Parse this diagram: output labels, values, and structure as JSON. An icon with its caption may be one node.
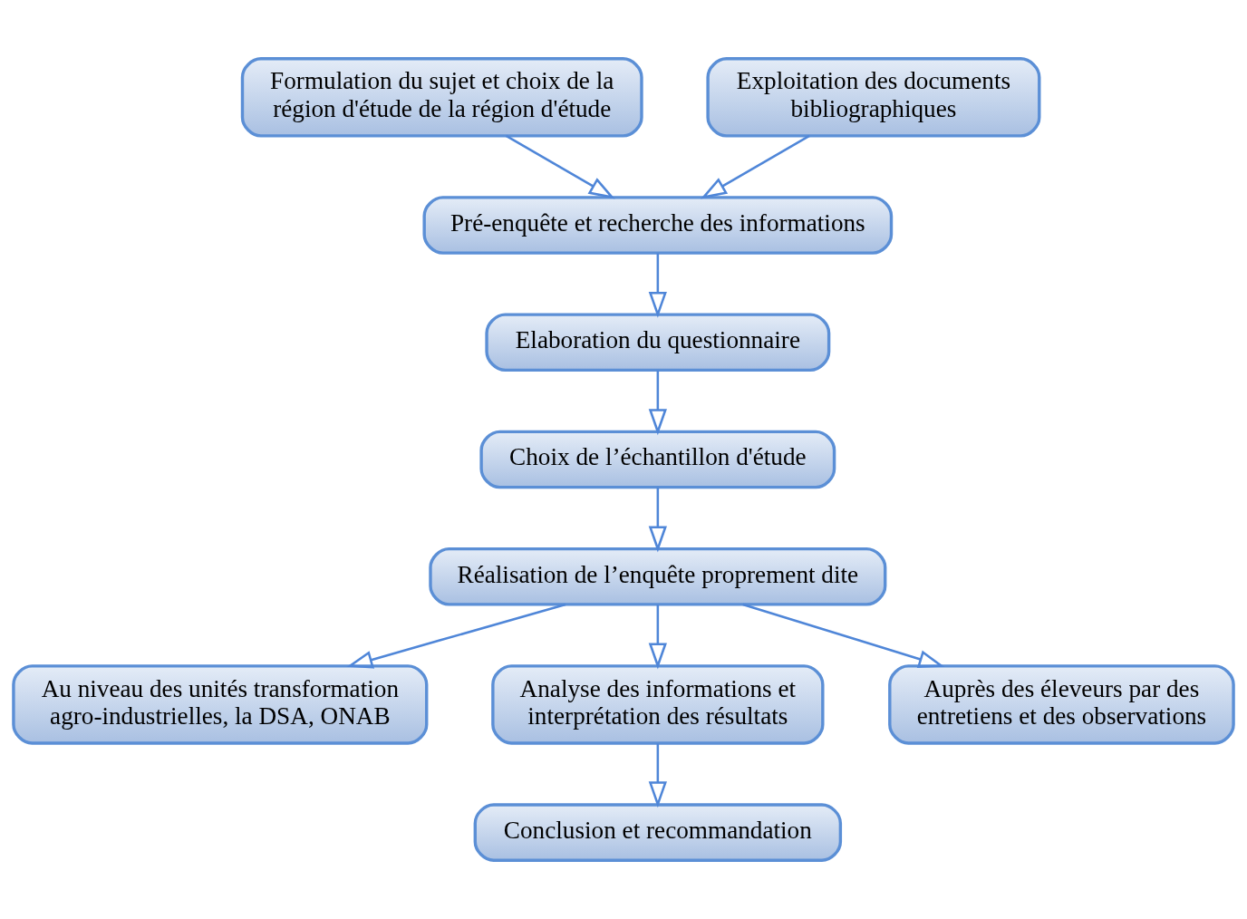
{
  "diagram": {
    "nodes": [
      {
        "text": [
          "Formulation du sujet et choix de la région d'étude de la région d'étude"
        ]
      },
      {
        "text": [
          "Exploitation des documents bibliographiques"
        ]
      },
      {
        "text": [
          "Pré-enquête et recherche des informations"
        ]
      },
      {
        "text": [
          "Elaboration du questionnaire"
        ]
      },
      {
        "text": [
          "Choix de l’échantillon d'étude"
        ]
      },
      {
        "text": [
          "Réalisation de l’enquête proprement dite"
        ]
      },
      {
        "text": [
          "Au niveau des unités transformation agro-industrielles, la DSA, ONAB"
        ]
      },
      {
        "text": [
          "Analyse des informations et interprétation des résultats"
        ]
      },
      {
        "text": [
          "Auprès des éleveurs par des entretiens et des observations"
        ]
      },
      {
        "text": [
          "Conclusion et recommandation"
        ]
      }
    ],
    "edges": [
      {
        "from": 0,
        "to": 2,
        "arrow": "to"
      },
      {
        "from": 1,
        "to": 2,
        "arrow": "to"
      },
      {
        "from": 2,
        "to": 3,
        "arrow": "to"
      },
      {
        "from": 3,
        "to": 4,
        "arrow": "to"
      },
      {
        "from": 4,
        "to": 5,
        "arrow": "to"
      },
      {
        "from": 5,
        "to": 6,
        "arrow": "to"
      },
      {
        "from": 5,
        "to": 7,
        "arrow": "to"
      },
      {
        "from": 5,
        "to": 8,
        "arrow": "to"
      },
      {
        "from": 7,
        "to": 9,
        "arrow": "to"
      }
    ]
  }
}
